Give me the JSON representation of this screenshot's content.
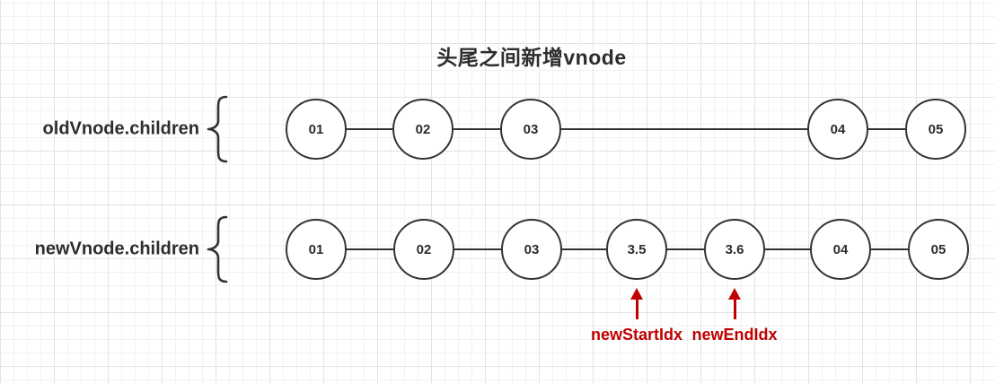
{
  "title": "头尾之间新增vnode",
  "colors": {
    "stroke": "#333333",
    "text": "#2d2d2d",
    "accent_red": "#c00000",
    "node_fill": "#ffffff",
    "grid_minor": "#f2f2f2",
    "grid_major": "#e3e3e3"
  },
  "rows": [
    {
      "label": "oldVnode.children",
      "nodes": [
        "01",
        "02",
        "03",
        "04",
        "05"
      ]
    },
    {
      "label": "newVnode.children",
      "nodes": [
        "01",
        "02",
        "03",
        "3.5",
        "3.6",
        "04",
        "05"
      ]
    }
  ],
  "pointers": [
    {
      "label": "newStartIdx",
      "points_to": "3.5"
    },
    {
      "label": "newEndIdx",
      "points_to": "3.6"
    }
  ]
}
